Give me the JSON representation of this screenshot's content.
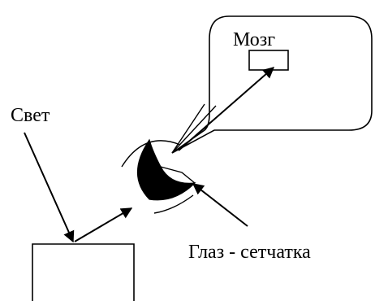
{
  "labels": {
    "brain": "Мозг",
    "light": "Свет",
    "eye": "Глаз - сетчатка"
  },
  "colors": {
    "stroke": "#000000",
    "fill": "#000000",
    "background": "#ffffff"
  },
  "icons": {
    "eye": "eye-retina-icon",
    "brain": "brain-box-icon",
    "source": "object-box-icon"
  }
}
